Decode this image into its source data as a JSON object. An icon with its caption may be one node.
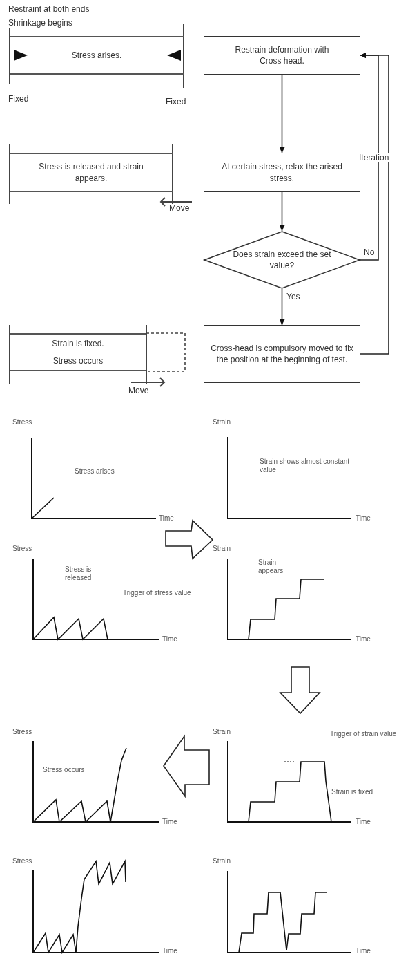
{
  "diagram": {
    "nodes": [
      {
        "text": [
          "Restrain deformation with Cross head."
        ]
      },
      {
        "text": [
          "At certain stress, relax the arised stress."
        ]
      },
      {
        "text": [
          "Does strain exceed the set value?"
        ]
      },
      {
        "text": [
          "Cross-head is compulsory moved to fix the position at the beginning of test."
        ]
      },
      {
        "text": [
          "Stress arises."
        ]
      },
      {
        "text": [
          "Stress is released and strain appears."
        ]
      },
      {
        "text": [
          "Strain is fixed.",
          "Stress occurs"
        ]
      }
    ],
    "edges": [
      {
        "from": 0,
        "to": 1,
        "arrow": "to"
      },
      {
        "from": 1,
        "to": 2,
        "arrow": "to"
      },
      {
        "from": 2,
        "to": 3,
        "arrow": "to",
        "label": "Yes"
      },
      {
        "from": 2,
        "to": 0,
        "arrow": "to",
        "label": "No"
      },
      {
        "from": 3,
        "to": 0,
        "arrow": "to",
        "label": "Iteration"
      }
    ],
    "labels": [
      "Restraint at both ends",
      "Shrinkage begins",
      "Fixed",
      "Fixed",
      "Move",
      "Move",
      "Stress",
      "Strain",
      "Stress arises",
      "Strain shows almost constant value",
      "Time",
      "Time",
      "Stress",
      "Strain",
      "Stress is released",
      "Strain appears",
      "Trigger of stress value",
      "Time",
      "Time",
      "Stress",
      "Strain",
      "Trigger of strain value",
      "Stress occurs",
      "Strain is fixed",
      "Time",
      "Time",
      "Stress",
      "Strain",
      "Time",
      "Time"
    ]
  }
}
